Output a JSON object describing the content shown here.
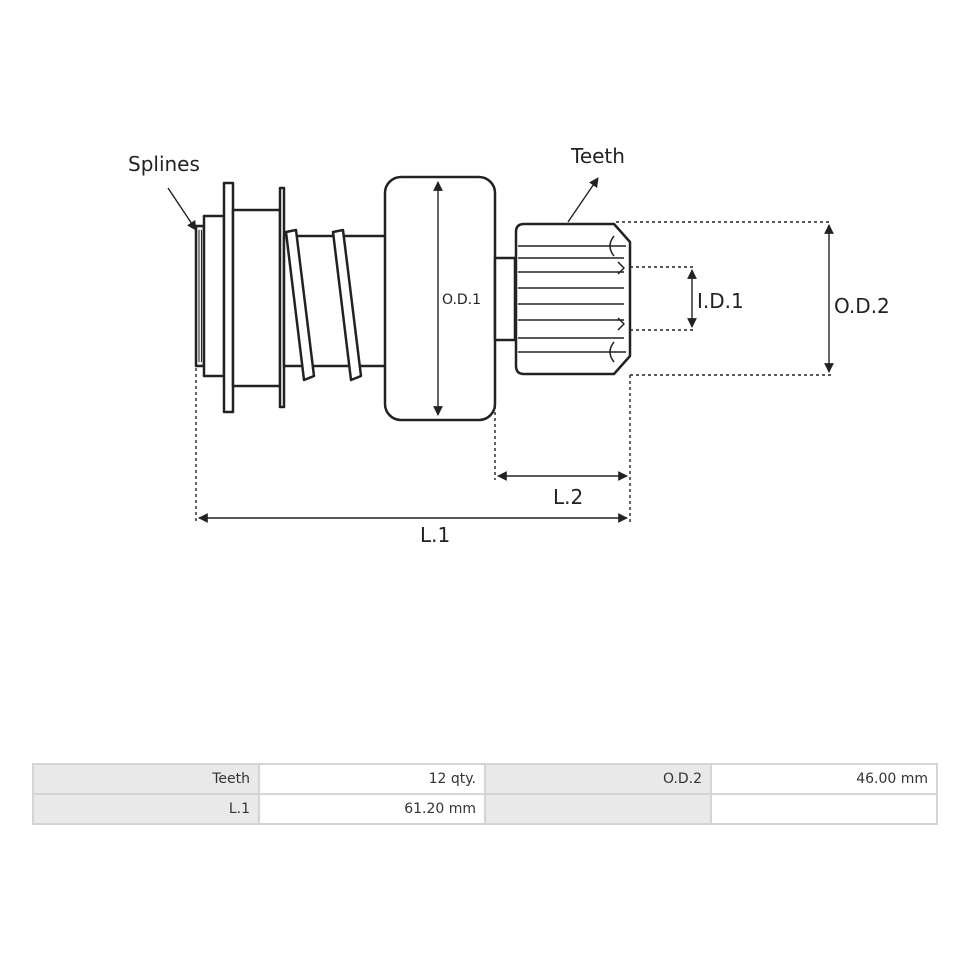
{
  "diagram": {
    "labels": {
      "splines": "Splines",
      "teeth": "Teeth",
      "od1": "O.D.1",
      "id1": "I.D.1",
      "od2": "O.D.2",
      "l1": "L.1",
      "l2": "L.2"
    }
  },
  "specs": {
    "rows": [
      {
        "label1": "Teeth",
        "value1": "12 qty.",
        "label2": "O.D.2",
        "value2": "46.00 mm"
      },
      {
        "label1": "L.1",
        "value1": "61.20 mm",
        "label2": "",
        "value2": ""
      }
    ]
  }
}
